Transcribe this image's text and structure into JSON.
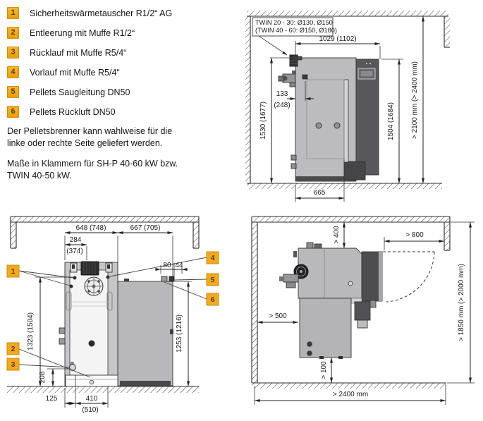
{
  "legend": {
    "items": [
      {
        "num": "1",
        "label": "Sicherheitswärmetauscher R1/2“ AG"
      },
      {
        "num": "2",
        "label": "Entleerung mit Muffe R1/2“"
      },
      {
        "num": "3",
        "label": "Rücklauf mit Muffe R5/4“"
      },
      {
        "num": "4",
        "label": "Vorlauf mit Muffe R5/4“"
      },
      {
        "num": "5",
        "label": "Pellets Saugleitung DN50"
      },
      {
        "num": "6",
        "label": "Pellets Rückluft DN50"
      }
    ],
    "note1a": "Der Pelletsbrenner kann wahlweise für die",
    "note1b": "linke oder rechte Seite geliefert werden.",
    "note2a": "Maße in Klammern für SH-P 40-60 kW bzw.",
    "note2b": "TWIN 40-50 kW."
  },
  "side": {
    "label1": "TWIN 20 - 30: Ø130, Ø150",
    "label2": "(TWIN 40 - 60: Ø150, Ø180)",
    "top_width": "1029 (1102)",
    "flue_off": "133",
    "flue_off_p": "(248)",
    "h_left": "1530 (1677)",
    "h_right": "1504 (1684)",
    "clearance": "> 2100 mm (> 2400 mm)",
    "depth": "665"
  },
  "rear": {
    "w_boiler": "648 (748)",
    "w_hopper": "667 (705)",
    "flue": "284",
    "flue_p": "(374)",
    "hose_a": "80",
    "hose_b": "44",
    "h_left": "1323 (1504)",
    "h_right": "1253 (1216)",
    "valve_h": "208",
    "base_a": "125",
    "base_b": "410",
    "base_b_p": "(510)",
    "m1": "1",
    "m2": "2",
    "m3": "3",
    "m4": "4",
    "m5": "5",
    "m6": "6"
  },
  "plan": {
    "top": "> 400",
    "door": "> 800",
    "left": "> 500",
    "bottom": "> 100",
    "width": "> 2400 mm",
    "depth": "> 1850 mm (> 2000 mm)"
  }
}
